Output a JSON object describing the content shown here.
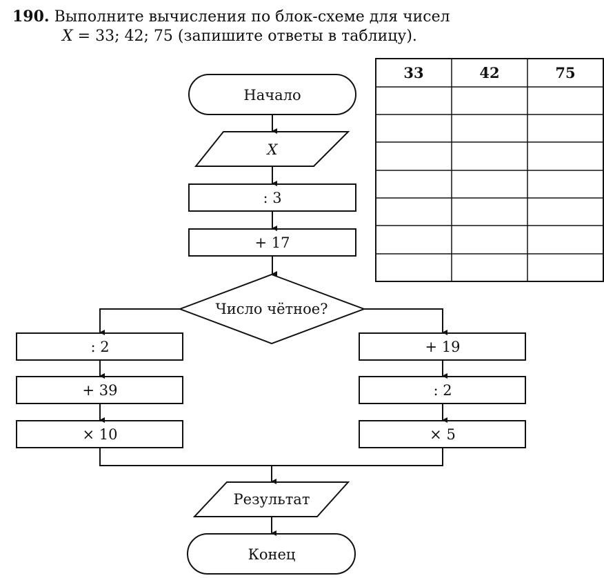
{
  "task": {
    "number": "190.",
    "line1": "Выполните вычисления по блок-схеме для чисел",
    "line2_var": "X",
    "line2_rest": " = 33; 42; 75 (запишите ответы в таблицу)."
  },
  "flowchart": {
    "start": "Начало",
    "input": "X",
    "step1": ": 3",
    "step2": "+ 17",
    "decision": "Число чётное?",
    "left": [
      ": 2",
      "+ 39",
      "× 10"
    ],
    "right": [
      "+ 19",
      ": 2",
      "× 5"
    ],
    "output": "Результат",
    "end": "Конец"
  },
  "table": {
    "headers": [
      "33",
      "42",
      "75"
    ],
    "empty_rows": 7
  }
}
